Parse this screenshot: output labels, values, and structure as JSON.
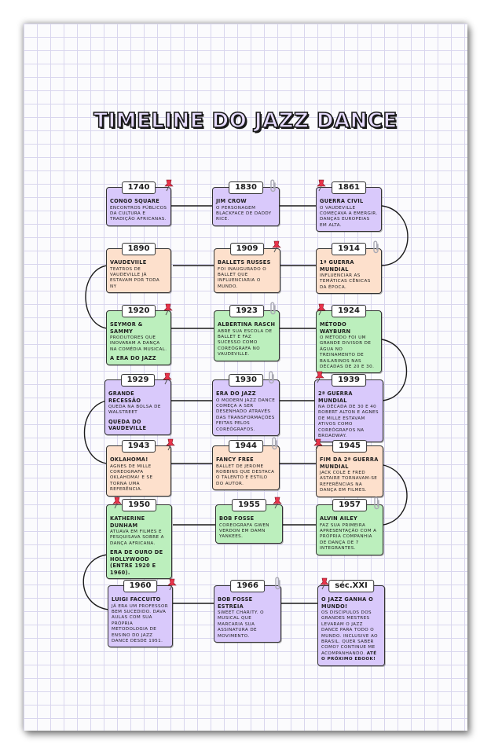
{
  "title": "TIMELINE DO JAZZ DANCE",
  "colors": {
    "purple": "#d9c9fb",
    "peach": "#fde0cc",
    "green": "#bcefbd",
    "pin": "#e8344a",
    "clip": "#a9a9b4"
  },
  "events": [
    {
      "year": "1740",
      "name": "CONGO SQUARE",
      "desc": "ENCONTROS PÚBLICOS DA CULTURA E TRADIÇÃO AFRICANAS.",
      "extra": "",
      "color": "purple",
      "icon": "pushpin-icon"
    },
    {
      "year": "1830",
      "name": "JIM CROW",
      "desc": "O PERSONAGEM BLACKFACE DE DADDY RICE.",
      "extra": "",
      "color": "purple",
      "icon": "paperclip-icon"
    },
    {
      "year": "1861",
      "name": "GUERRA CIVIL",
      "desc": "O VAUDEVILLE COMEÇAVA A EMERGIR. DANÇAS EUROPEIAS EM ALTA.",
      "extra": "",
      "color": "purple",
      "icon": "pushpin-icon"
    },
    {
      "year": "1890",
      "name": "VAUDEVIILE",
      "desc": "TEATROS DE VAUDEVILLE JÁ ESTAVAM POR TODA NY",
      "extra": "",
      "color": "peach",
      "icon": ""
    },
    {
      "year": "1909",
      "name": "BALLETS RUSSES",
      "desc": "FOI INAUGURADO O BALLET QUE INFLUENCIARIA O MUNDO.",
      "extra": "",
      "color": "peach",
      "icon": "pushpin-icon"
    },
    {
      "year": "1914",
      "name": "1ª GUERRA MUNDIAL",
      "desc": "INFLUENCIAR AS TEMÁTICAS CÊNICAS DA ÉPOCA.",
      "extra": "",
      "color": "peach",
      "icon": "paperclip-icon"
    },
    {
      "year": "1920",
      "name": "SEYMOR & SAMMY",
      "desc": "PRODUTORES QUE INOVARAM A DANÇA NA COMÉDIA MUSICAL.",
      "extra": "A ERA DO JAZZ",
      "color": "green",
      "icon": "pushpin-icon"
    },
    {
      "year": "1923",
      "name": "ALBERTINA RASCH",
      "desc": "ABRE SUA ESCOLA DE BALLET E FAZ SUCESSO COMO COREÓGRAFA NO VAUDEVILLE.",
      "extra": "",
      "color": "green",
      "icon": "paperclip-icon"
    },
    {
      "year": "1924",
      "name": "MÉTODO WAYBURN",
      "desc": "O MÉTODO FOI UM GRANDE DIVISOR DE ÁGUA NO TREINAMENTO DE BAILARINOS NAS DÉCADAS DE 20 E 30.",
      "extra": "",
      "color": "green",
      "icon": "pushpin-icon"
    },
    {
      "year": "1929",
      "name": "GRANDE RECESSÃO",
      "desc": "QUEDA NA BOLSA DE WALSTREET",
      "extra": "QUEDA DO VAUDEVILLE",
      "color": "purple",
      "icon": "pushpin-icon"
    },
    {
      "year": "1930",
      "name": "ERA DO JAZZ",
      "desc": "O MODERN JAZZ DANCE COMEÇA A SER DESENHADO ATRAVÉS DAS TRANSFORMAÇÕES FEITAS PELOS COREÓGRAFOS.",
      "extra": "",
      "color": "purple",
      "icon": "paperclip-icon"
    },
    {
      "year": "1939",
      "name": "2ª GUERRA MUNDIAL",
      "desc": "NA DÉCADA DE 30 E 40 ROBERT ALTON E AGNES DE MILLE ESTAVAM ATIVOS COMO COREÓGRAFOS NA BROADWAY.",
      "extra": "",
      "color": "purple",
      "icon": "pushpin-icon"
    },
    {
      "year": "1943",
      "name": "OKLAHOMA!",
      "desc": "AGNES DE MILLE COREOGRAFA OKLAHOMA! E SE TORNA UMA REFERÊNCIA.",
      "extra": "",
      "color": "peach",
      "icon": "pushpin-icon"
    },
    {
      "year": "1944",
      "name": "FANCY FREE",
      "desc": "BALLET DE JEROME ROBBINS QUE DESTACA O TALENTO E ESTILO DO AUTOR.",
      "extra": "",
      "color": "peach",
      "icon": "paperclip-icon"
    },
    {
      "year": "1945",
      "name": "FIM DA 2ª GUERRA MUNDIAL",
      "desc": "JACK COLE E FRED ASTAIRE TORNAVAM-SE REFERÊNCIAS NA DANÇA EM FILMES.",
      "extra": "",
      "color": "peach",
      "icon": "pushpin-icon"
    },
    {
      "year": "1950",
      "name": "KATHERINE DUNHAM",
      "desc": "ATUAVA EM FILMES E PESQUISAVA SOBRE A DANÇA AFRICANA.",
      "extra": "ERA DE OURO DE HOLLYWOOD (ENTRE 1920 E 1960).",
      "color": "green",
      "icon": "pushpin-icon"
    },
    {
      "year": "1955",
      "name": "BOB FOSSE",
      "desc": "COREOGRAFA GWEN VERDON EM DAMN YANKEES.",
      "extra": "",
      "color": "green",
      "icon": "pushpin-icon"
    },
    {
      "year": "1957",
      "name": "ALVIN AILEY",
      "desc": "FAZ SUA PRIMEIRA APRESENTAÇÃO COM A PRÓPRIA COMPANHIA DE DANÇA DE 7 INTEGRANTES.",
      "extra": "",
      "color": "green",
      "icon": "paperclip-icon"
    },
    {
      "year": "1960",
      "name": "LUIGI FACCUITO",
      "desc": "JÁ ERA UM PROFESSOR BEM SUCEDIDO. DAVA AULAS COM SUA PRÓPRIA METODOLOGIA DE ENSINO DO JAZZ DANCE DESDE 1951.",
      "extra": "",
      "color": "purple",
      "icon": "pushpin-icon"
    },
    {
      "year": "1966",
      "name": "BOB FOSSE ESTREIA",
      "desc": "SWEET CHARITY. O MUSICAL QUE MARCARIA SUA ASSINATURA DE MOVIMENTO.",
      "extra": "",
      "color": "purple",
      "icon": "paperclip-icon"
    },
    {
      "year": "séc.XXI",
      "name": "O JAZZ GANHA O MUNDO!",
      "desc": "OS DISCIPULOS DOS GRANDES MESTRES LEVARAM O JAZZ DANCE PARA TODO O MUNDO. INCLUSIVE AO BRASIL. QUER SABER COMO? CONTINUE ME ACOMPANHANDO.",
      "extra": "ATÉ O PRÓXIMO EBOOK!",
      "color": "purple",
      "icon": "pushpin-icon"
    }
  ]
}
